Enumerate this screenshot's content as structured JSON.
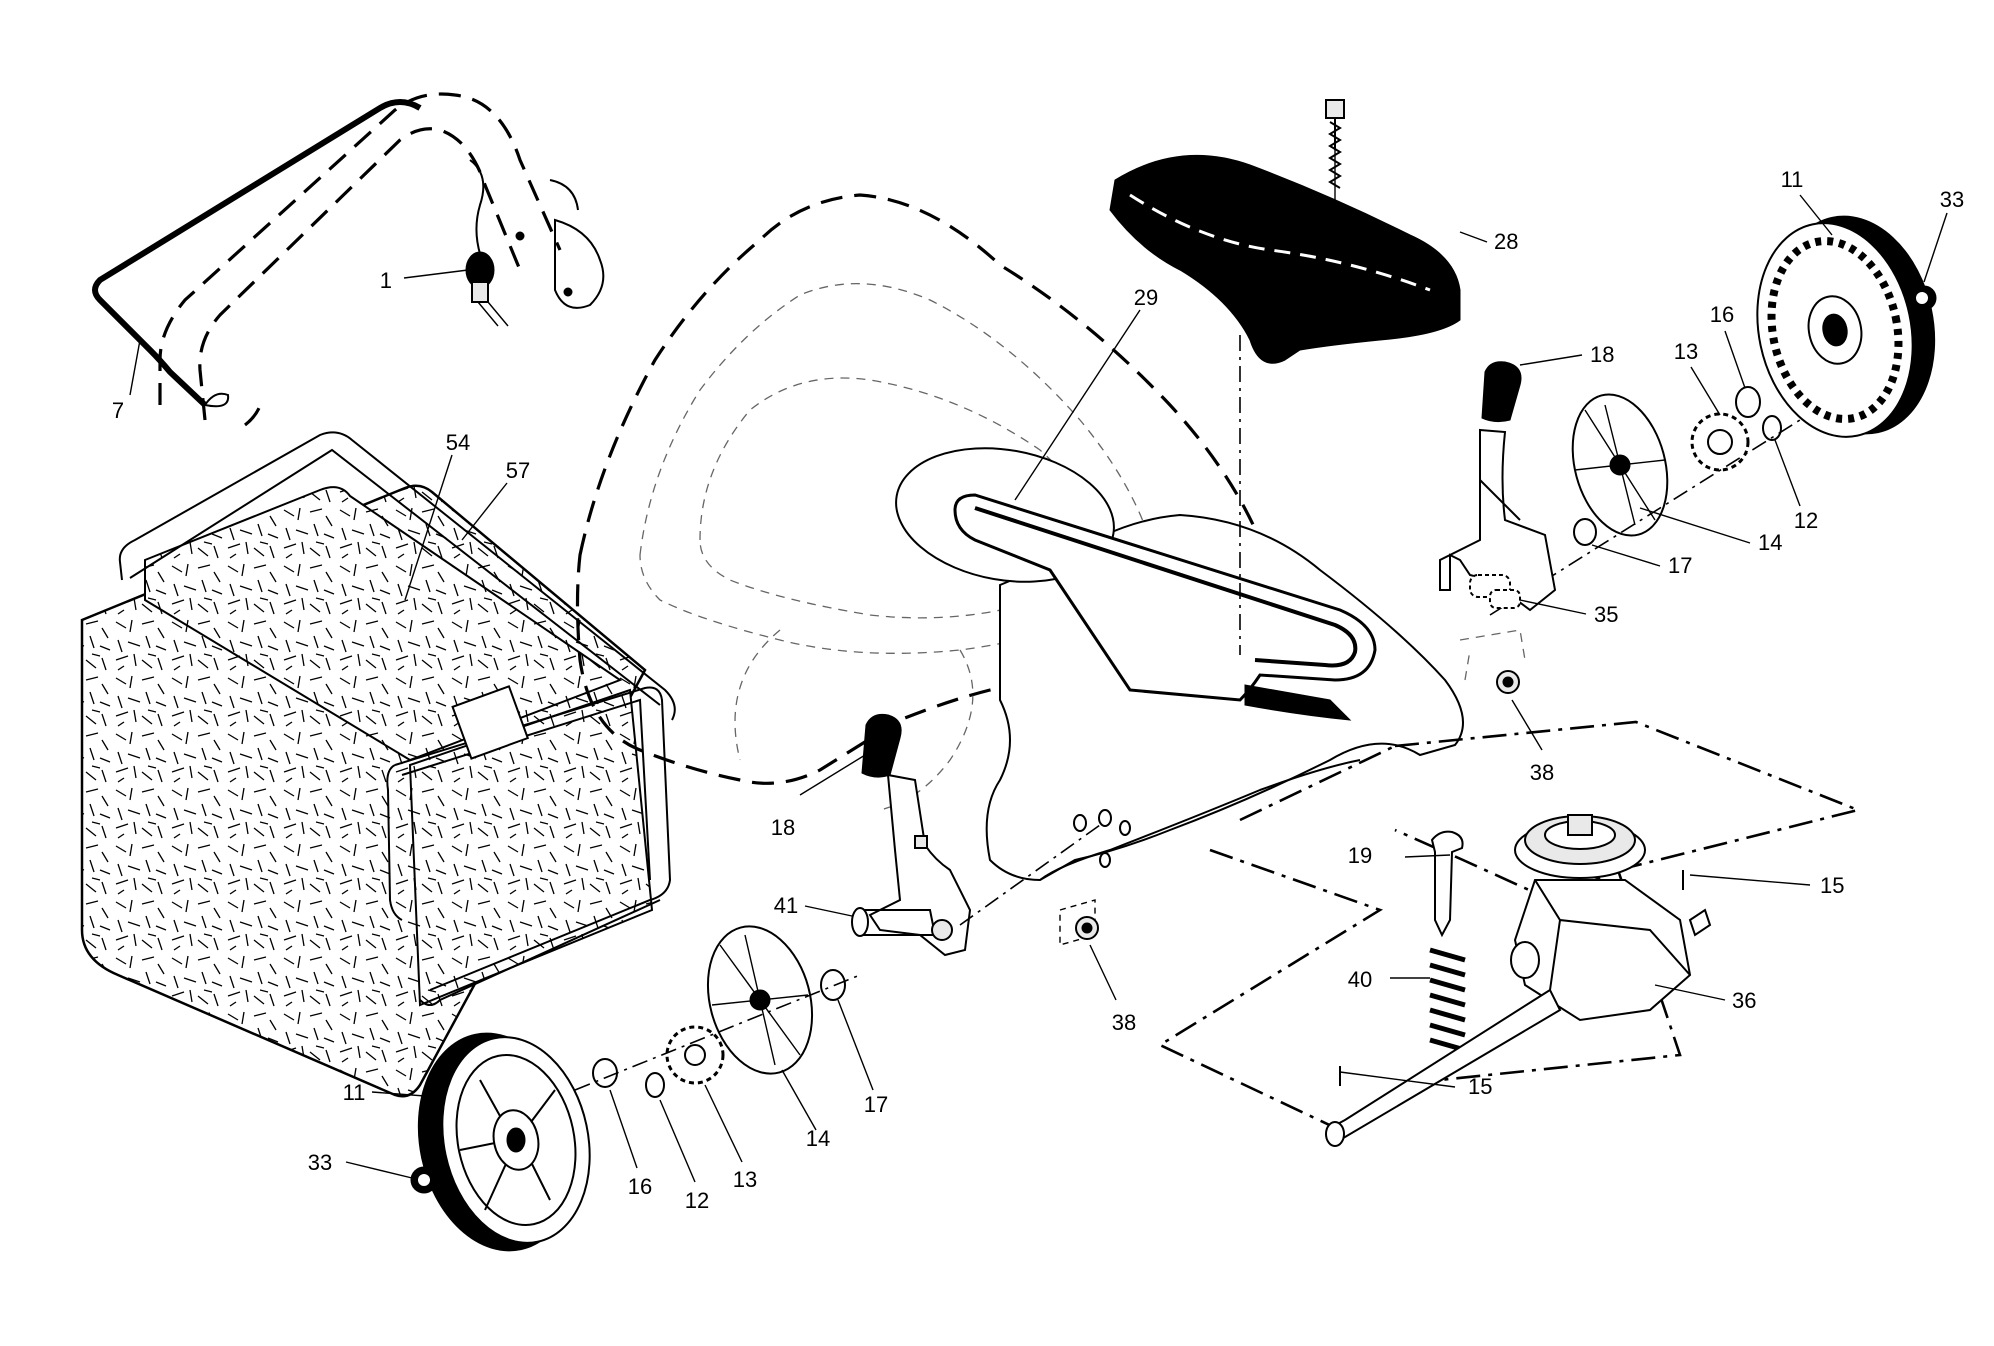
{
  "diagram": {
    "callouts": [
      {
        "id": "c1",
        "label": "1"
      },
      {
        "id": "c7",
        "label": "7"
      },
      {
        "id": "c54",
        "label": "54"
      },
      {
        "id": "c57",
        "label": "57"
      },
      {
        "id": "c29",
        "label": "29"
      },
      {
        "id": "c28",
        "label": "28"
      },
      {
        "id": "c11a",
        "label": "11"
      },
      {
        "id": "c33a",
        "label": "33"
      },
      {
        "id": "c18a",
        "label": "18"
      },
      {
        "id": "c13a",
        "label": "13"
      },
      {
        "id": "c16a",
        "label": "16"
      },
      {
        "id": "c12a",
        "label": "12"
      },
      {
        "id": "c14a",
        "label": "14"
      },
      {
        "id": "c17a",
        "label": "17"
      },
      {
        "id": "c35",
        "label": "35"
      },
      {
        "id": "c38a",
        "label": "38"
      },
      {
        "id": "c18b",
        "label": "18"
      },
      {
        "id": "c19",
        "label": "19"
      },
      {
        "id": "c15a",
        "label": "15"
      },
      {
        "id": "c41",
        "label": "41"
      },
      {
        "id": "c38b",
        "label": "38"
      },
      {
        "id": "c40",
        "label": "40"
      },
      {
        "id": "c36",
        "label": "36"
      },
      {
        "id": "c15b",
        "label": "15"
      },
      {
        "id": "c11b",
        "label": "11"
      },
      {
        "id": "c33b",
        "label": "33"
      },
      {
        "id": "c16b",
        "label": "16"
      },
      {
        "id": "c12b",
        "label": "12"
      },
      {
        "id": "c13b",
        "label": "13"
      },
      {
        "id": "c14b",
        "label": "14"
      },
      {
        "id": "c17b",
        "label": "17"
      }
    ]
  }
}
